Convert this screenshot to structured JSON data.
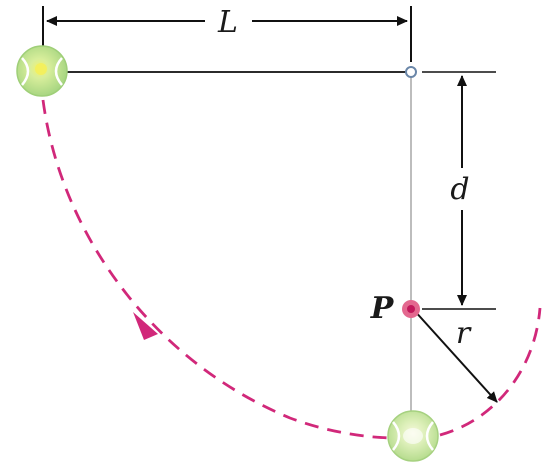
{
  "labels": {
    "length": "L",
    "drop": "d",
    "peg_point": "P",
    "radius": "r"
  },
  "colors": {
    "ball_fill": "#c9e7a3",
    "ball_seam": "#ffffff",
    "ball_highlight": "#f2f06a",
    "trajectory": "#d1287a",
    "peg": "#d83a78",
    "rod": "#b8b8b8",
    "string": "#2b2b2b",
    "dimension": "#111111"
  }
}
